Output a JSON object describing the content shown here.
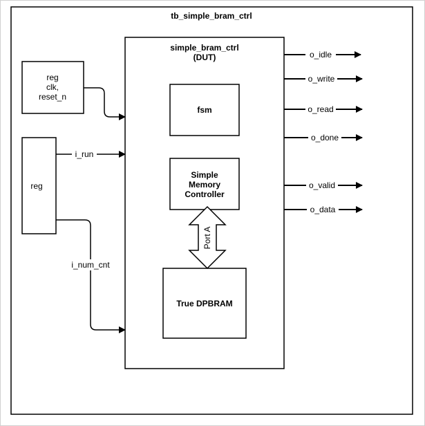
{
  "testbench": {
    "title": "tb_simple_bram_ctrl"
  },
  "dut": {
    "title_line1": "simple_bram_ctrl",
    "title_line2": "(DUT)"
  },
  "blocks": {
    "fsm": "fsm",
    "controller": {
      "line1": "Simple",
      "line2": "Memory",
      "line3": "Controller"
    },
    "bram": "True DPBRAM"
  },
  "port_arrow": {
    "label": "Port A"
  },
  "reg_clk": {
    "line1": "reg",
    "line2": "clk,",
    "line3": "reset_n"
  },
  "reg_main": {
    "label": "reg"
  },
  "inputs": {
    "run": "i_run",
    "num_cnt": "i_num_cnt"
  },
  "outputs": {
    "idle": "o_idle",
    "write": "o_write",
    "read": "o_read",
    "done": "o_done",
    "valid": "o_valid",
    "data": "o_data"
  },
  "colors": {
    "stroke": "#000000",
    "background": "#ffffff"
  }
}
